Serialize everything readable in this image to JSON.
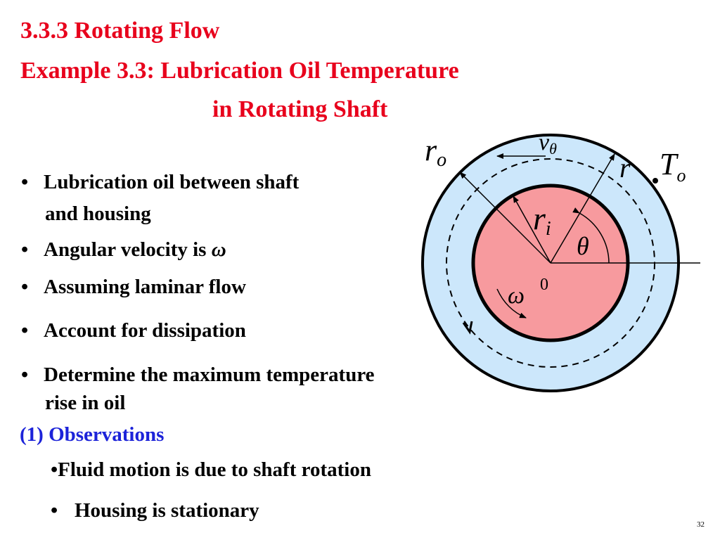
{
  "slide": {
    "title_line1": "3.3.3 Rotating Flow",
    "title_line2": "Example 3.3: Lubrication Oil Temperature",
    "title_line3": "in Rotating Shaft",
    "page_number": "32"
  },
  "bullets": {
    "b1_line1": "Lubrication oil between shaft",
    "b1_line2": "and housing",
    "b2": "Angular velocity is ",
    "b2_symbol": "ω",
    "b3": "Assuming laminar flow",
    "b4": "Account for dissipation",
    "b5_line1": "Determine the maximum temperature",
    "b5_line2": "rise in oil",
    "bullet_glyph": "•"
  },
  "observations": {
    "heading": "(1) Observations",
    "item1": "Fluid motion is due to shaft rotation",
    "item2": "Housing is stationary"
  },
  "diagram": {
    "label_ro": "r",
    "label_ro_sub": "o",
    "label_vtheta": "v",
    "label_vtheta_sub": "θ",
    "label_r": "r",
    "label_To": "T",
    "label_To_sub": "o",
    "label_ri": "r",
    "label_ri_sub": "i",
    "label_theta": "θ",
    "label_origin": "0",
    "label_omega": "ω",
    "colors": {
      "housing_fill": "#cce7fb",
      "shaft_fill": "#f79a9e",
      "title_red": "#e8001c",
      "subheading_blue": "#1c23d9"
    }
  }
}
